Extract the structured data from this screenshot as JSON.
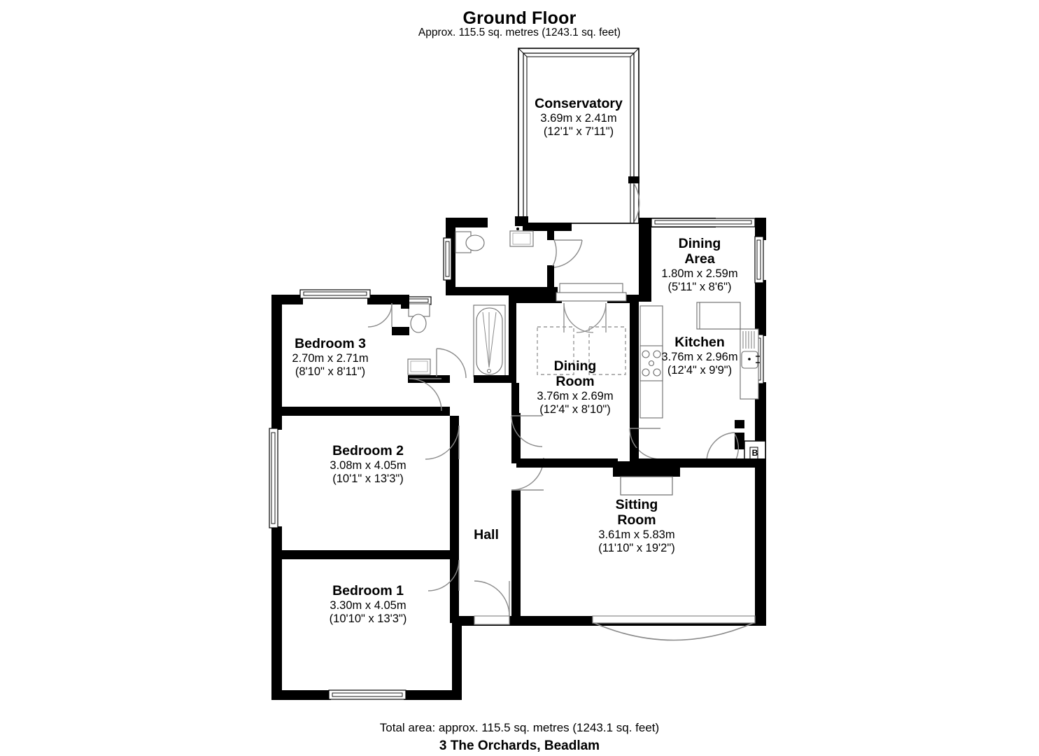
{
  "header": {
    "title": "Ground Floor",
    "subtitle": "Approx. 115.5 sq. metres (1243.1 sq. feet)"
  },
  "footer": {
    "total_area": "Total area: approx. 115.5 sq. metres (1243.1 sq. feet)",
    "address": "3 The Orchards, Beadlam"
  },
  "rooms": [
    {
      "key": "conservatory",
      "name": "Conservatory",
      "name2": "",
      "dim_metric": "3.69m x 2.41m",
      "dim_imperial": "(12'1\" x 7'11\")"
    },
    {
      "key": "dining_area",
      "name": "Dining",
      "name2": "Area",
      "dim_metric": "1.80m x 2.59m",
      "dim_imperial": "(5'11\" x 8'6\")"
    },
    {
      "key": "kitchen",
      "name": "Kitchen",
      "name2": "",
      "dim_metric": "3.76m x 2.96m",
      "dim_imperial": "(12'4\" x 9'9\")"
    },
    {
      "key": "bedroom_3",
      "name": "Bedroom 3",
      "name2": "",
      "dim_metric": "2.70m x 2.71m",
      "dim_imperial": "(8'10\" x 8'11\")"
    },
    {
      "key": "dining_room",
      "name": "Dining",
      "name2": "Room",
      "dim_metric": "3.76m x 2.69m",
      "dim_imperial": "(12'4\" x 8'10\")"
    },
    {
      "key": "bedroom_2",
      "name": "Bedroom 2",
      "name2": "",
      "dim_metric": "3.08m x 4.05m",
      "dim_imperial": "(10'1\" x 13'3\")"
    },
    {
      "key": "sitting_room",
      "name": "Sitting",
      "name2": "Room",
      "dim_metric": "3.61m x 5.83m",
      "dim_imperial": "(11'10\" x 19'2\")"
    },
    {
      "key": "hall",
      "name": "Hall",
      "name2": "",
      "dim_metric": "",
      "dim_imperial": ""
    },
    {
      "key": "bedroom_1",
      "name": "Bedroom 1",
      "name2": "",
      "dim_metric": "3.30m x 4.05m",
      "dim_imperial": "(10'10\" x 13'3\")"
    }
  ],
  "annotations": {
    "boiler": "B"
  },
  "colors": {
    "wall": "#000000",
    "background": "#ffffff",
    "line": "#000000",
    "door_arc": "#8a8a8a",
    "fixture_outline": "#5a5a5a",
    "dashed_furniture": "#9a9a9a"
  },
  "fixtures": [
    {
      "key": "wc-toilet",
      "label": "toilet"
    },
    {
      "key": "wc-basin",
      "label": "wash-basin"
    },
    {
      "key": "bath-toilet",
      "label": "toilet"
    },
    {
      "key": "bath-basin",
      "label": "wash-basin"
    },
    {
      "key": "bathtub",
      "label": "bath-tub"
    },
    {
      "key": "kitchen-hob",
      "label": "hob"
    },
    {
      "key": "kitchen-sink",
      "label": "sink"
    },
    {
      "key": "kitchen-worktop",
      "label": "worktop"
    },
    {
      "key": "fireplace",
      "label": "fireplace"
    },
    {
      "key": "boiler",
      "label": "boiler"
    }
  ]
}
